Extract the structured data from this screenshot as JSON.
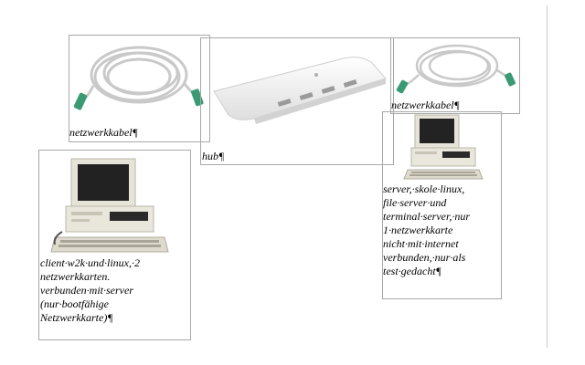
{
  "captions": {
    "cable_left": "netzwerkkabel¶",
    "hub": "hub¶",
    "cable_right": "netzwerkkabel¶",
    "server": "server,·skole·linux,\nfile·server·und\nterminal·server,·nur\n1·netzwerkkarte\nnicht·mit·internet\nverbunden,·nur·als\ntest·gedacht¶",
    "client": "client·w2k·und·linux,·2\nnetzwerkkarten.\nverbunden·mit·server\n(nur·bootfähige\nNetzwerkkarte)¶"
  },
  "icons": {
    "cable_left": "network-cable-icon",
    "hub": "network-hub-icon",
    "cable_right": "network-cable-icon",
    "server": "desktop-computer-icon",
    "client": "desktop-computer-icon"
  },
  "colors": {
    "frame_border": "#a8a8a8",
    "cable": "#c9c9c9",
    "connector": "#3b9a74",
    "hub_body": "#f4f4f4"
  }
}
